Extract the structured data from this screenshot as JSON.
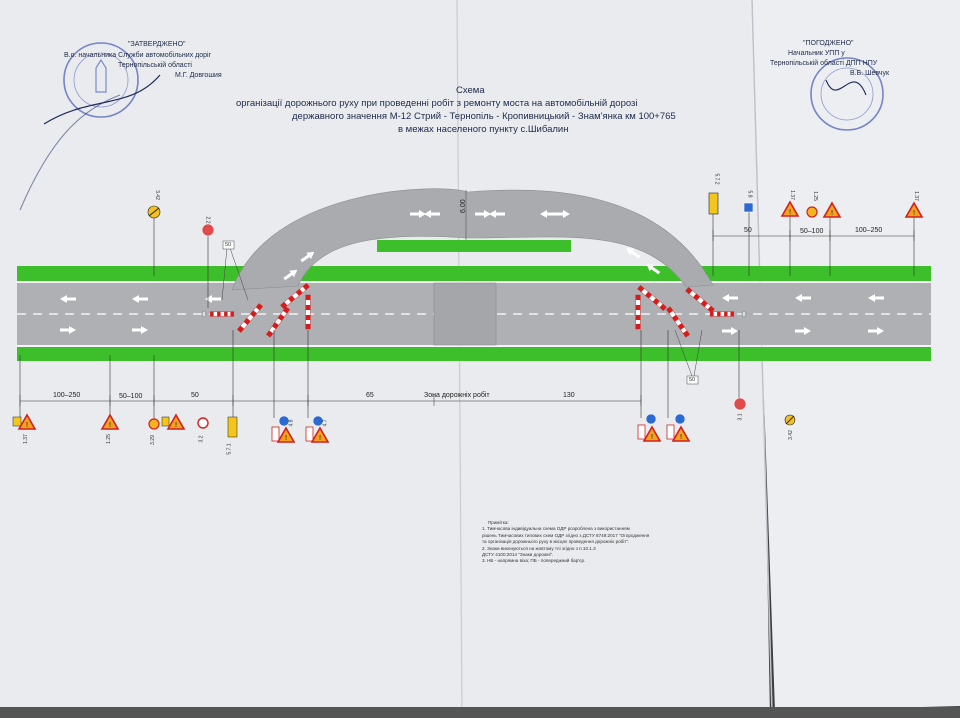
{
  "approve": {
    "heading": "\"ЗАТВЕРДЖЕНО\"",
    "line1": "В.о. начальника Служби автомобільних доріг",
    "line2": "Тернопільській області",
    "line3": "М.Г. Довгошия"
  },
  "agree": {
    "heading": "\"ПОГОДЖЕНО\"",
    "line1": "Начальник УПП у",
    "line2": "Тернопільській області ДПП НПУ",
    "line3": "В.Б. Шевчук"
  },
  "title": {
    "line1": "Схема",
    "line2": "організації дорожнього руху при проведенні робіт з ремонту моста на автомобільній дорозі",
    "line3": "державного значення М-12 Стрий - Тернопіль - Кропивницький - Знам'янка км 100+765",
    "line4": "в межах населеного пункту с.Шибалин"
  },
  "dimensions": {
    "d100_250_left": "100–250",
    "d50_100_left": "50–100",
    "d50_left": "50",
    "d65": "65",
    "work_zone": "Зона дорожніх робіт",
    "d130": "130",
    "d50_right": "50",
    "d50_100_right": "50–100",
    "d100_250_right": "100–250",
    "bypass_width": "6.00",
    "speed_left": "50",
    "speed_right": "50"
  },
  "notes": {
    "heading": "Примітка:",
    "lines": [
      "1. Тимчасова індивідуальна схема ОДР розроблена з використанням",
      "   рішень Тимчасових типових схем ОДР згідно з ДСТУ 8749:2017 \"Огородження",
      "   та організація дорожнього руху в місцях проведення дорожніх робіт\".",
      "2. Знаки виконуються на жовтому тлі згідно з п.10.1.3",
      "   ДСТУ 4100:2014 \"Знаки дорожні\".",
      "3. НБ - напрямна віха; ПБ - попереджний бар'єр."
    ]
  },
  "sign_codes": {
    "top_1": "3.42",
    "top_2": "2.2",
    "top_3": "5.7.2",
    "top_4": "5.8",
    "top_5": "1.37",
    "top_6": "1.25",
    "top_7": "1.37",
    "bot_1": "1.37",
    "bot_2": "1.25",
    "bot_3": "3.29",
    "bot_4": "3.2",
    "bot_5": "5.7.1",
    "bot_6": "4.8",
    "bot_7": "4.7",
    "bot_8": "3.1",
    "bot_9": "3.42"
  },
  "colors": {
    "asphalt": "#aeb0b4",
    "grass": "#3cbf2a",
    "paper": "#eef0f3",
    "ink": "#1e2a4a",
    "stamp": "#4c62b8"
  }
}
